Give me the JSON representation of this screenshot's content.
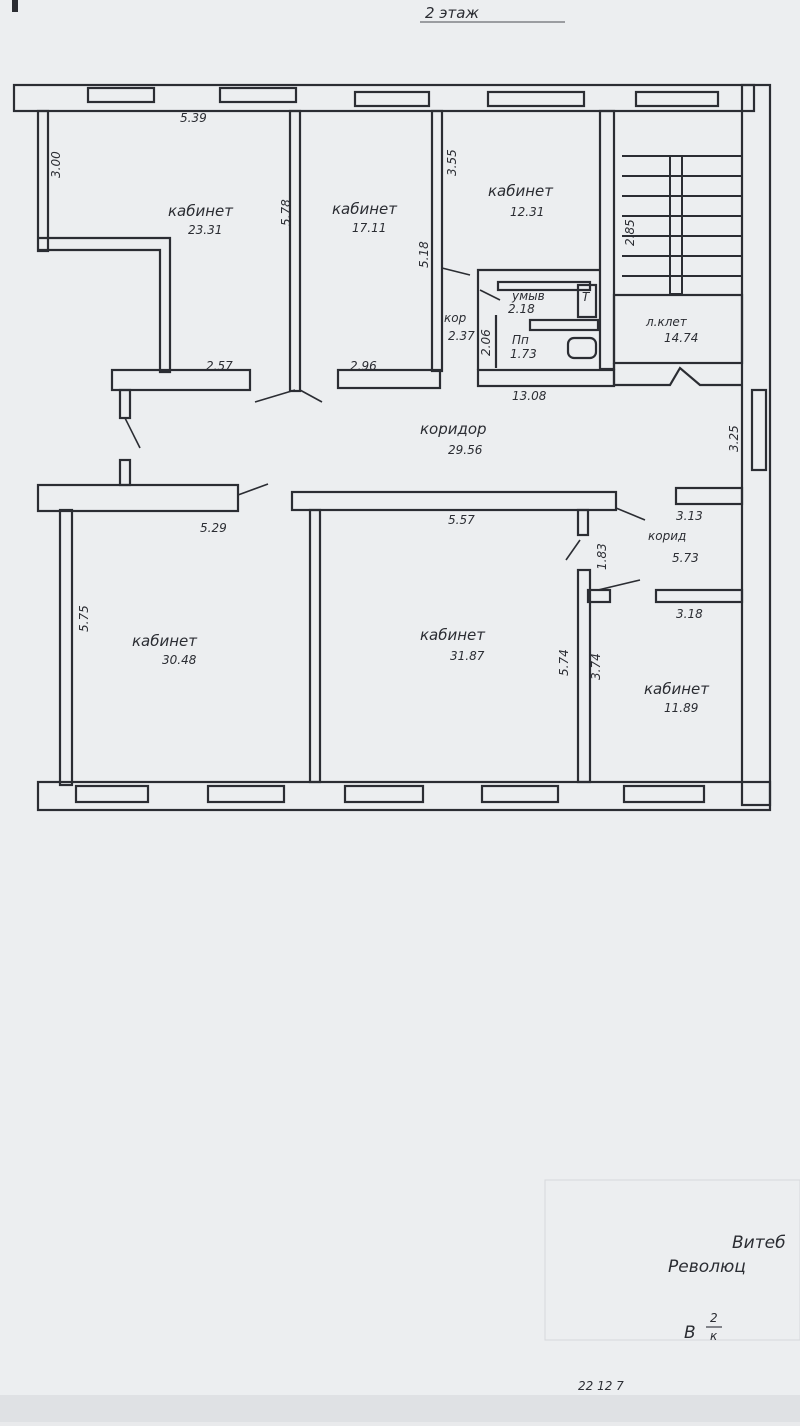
{
  "header": {
    "floor_label": "2 этаж"
  },
  "plan": {
    "rooms": [
      {
        "label": "кабинет",
        "area": "23.31"
      },
      {
        "label": "кабинет",
        "area": "17.11"
      },
      {
        "label": "кабинет",
        "area": "12.31"
      },
      {
        "label": "умыв",
        "area": "2.18"
      },
      {
        "label": "кор",
        "area": "2.37"
      },
      {
        "label": "Пп",
        "area": "1.73"
      },
      {
        "label": "л.клет",
        "area": "14.74"
      },
      {
        "label": "коридор",
        "area": "29.56"
      },
      {
        "label": "корид",
        "area": "5.73"
      },
      {
        "label": "кабинет",
        "area": "30.48"
      },
      {
        "label": "кабинет",
        "area": "31.87"
      },
      {
        "label": "кабинет",
        "area": "11.89"
      }
    ],
    "dimensions": [
      "5.39",
      "3.00",
      "5.78",
      "3.55",
      "5.18",
      "2.85",
      "2.57",
      "2.96",
      "13.08",
      "2.06",
      "3.25",
      "5.29",
      "5.57",
      "1.83",
      "3.13",
      "3.18",
      "5.75",
      "5.74",
      "3.74"
    ],
    "fixture_mark": "Т"
  },
  "stamp": {
    "line1": "Витеб",
    "line2": "Революц",
    "mark_letter": "В",
    "mark_num": "2",
    "mark_den": "к",
    "date": "22 12 7"
  }
}
